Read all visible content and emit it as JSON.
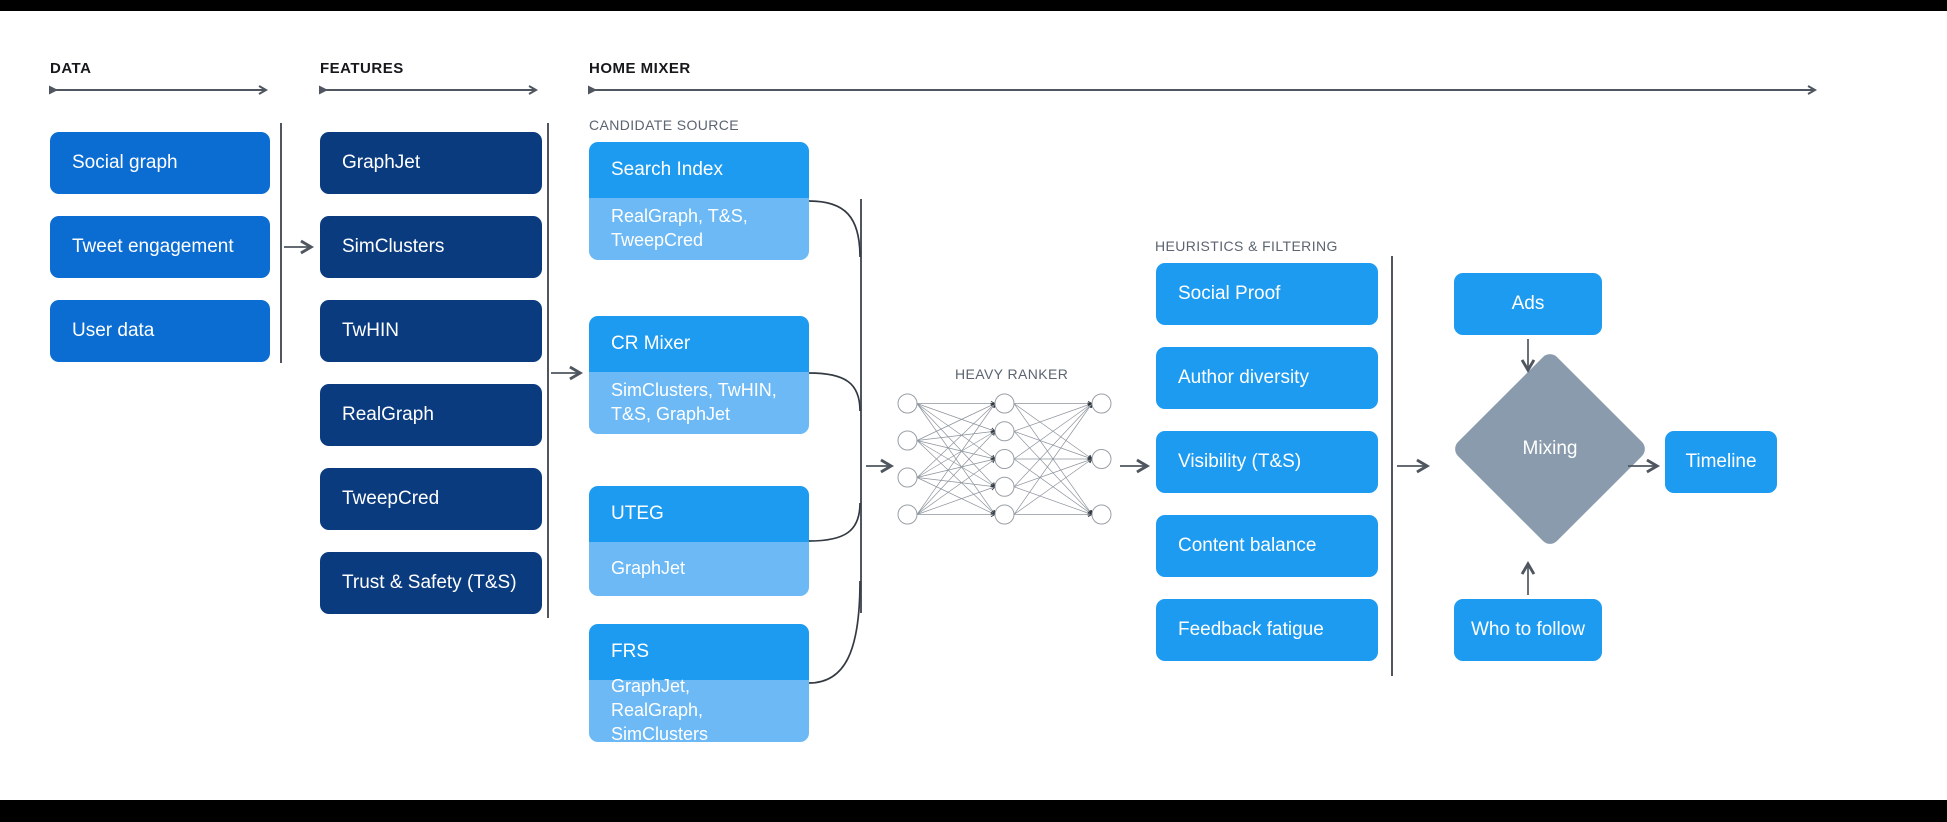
{
  "sections": {
    "data": {
      "title": "DATA"
    },
    "features": {
      "title": "FEATURES"
    },
    "home_mixer": {
      "title": "HOME MIXER"
    },
    "candidate_source": {
      "title": "CANDIDATE SOURCE"
    },
    "heuristics": {
      "title": "HEURISTICS & FILTERING"
    },
    "heavy_ranker": {
      "title": "HEAVY RANKER"
    }
  },
  "data_boxes": [
    {
      "label": "Social graph"
    },
    {
      "label": "Tweet engagement"
    },
    {
      "label": "User data"
    }
  ],
  "feature_boxes": [
    {
      "label": "GraphJet"
    },
    {
      "label": "SimClusters"
    },
    {
      "label": "TwHIN"
    },
    {
      "label": "RealGraph"
    },
    {
      "label": "TweepCred"
    },
    {
      "label": "Trust & Safety (T&S)"
    }
  ],
  "candidate_sources": [
    {
      "title": "Search Index",
      "features": "RealGraph, T&S, TweepCred"
    },
    {
      "title": "CR Mixer",
      "features": "SimClusters, TwHIN, T&S, GraphJet"
    },
    {
      "title": "UTEG",
      "features": "GraphJet"
    },
    {
      "title": "FRS",
      "features": "GraphJet, RealGraph, SimClusters"
    }
  ],
  "heuristic_boxes": [
    {
      "label": "Social Proof"
    },
    {
      "label": "Author diversity"
    },
    {
      "label": "Visibility (T&S)"
    },
    {
      "label": "Content balance"
    },
    {
      "label": "Feedback fatigue"
    }
  ],
  "mixing": {
    "label": "Mixing",
    "ads_label": "Ads",
    "who_to_follow_label": "Who to follow",
    "timeline_label": "Timeline"
  },
  "neural_net": {
    "input_nodes": 4,
    "hidden_nodes": 5,
    "output_nodes": 3
  },
  "colors": {
    "data_blue": "#0B6CD2",
    "feature_navy": "#0B3B7F",
    "accent_blue": "#1D9BF0",
    "light_blue": "#6CB9F5",
    "diamond_gray": "#8A9BAD",
    "rule_gray": "#4F565F",
    "subhead_gray": "#5B6470"
  }
}
